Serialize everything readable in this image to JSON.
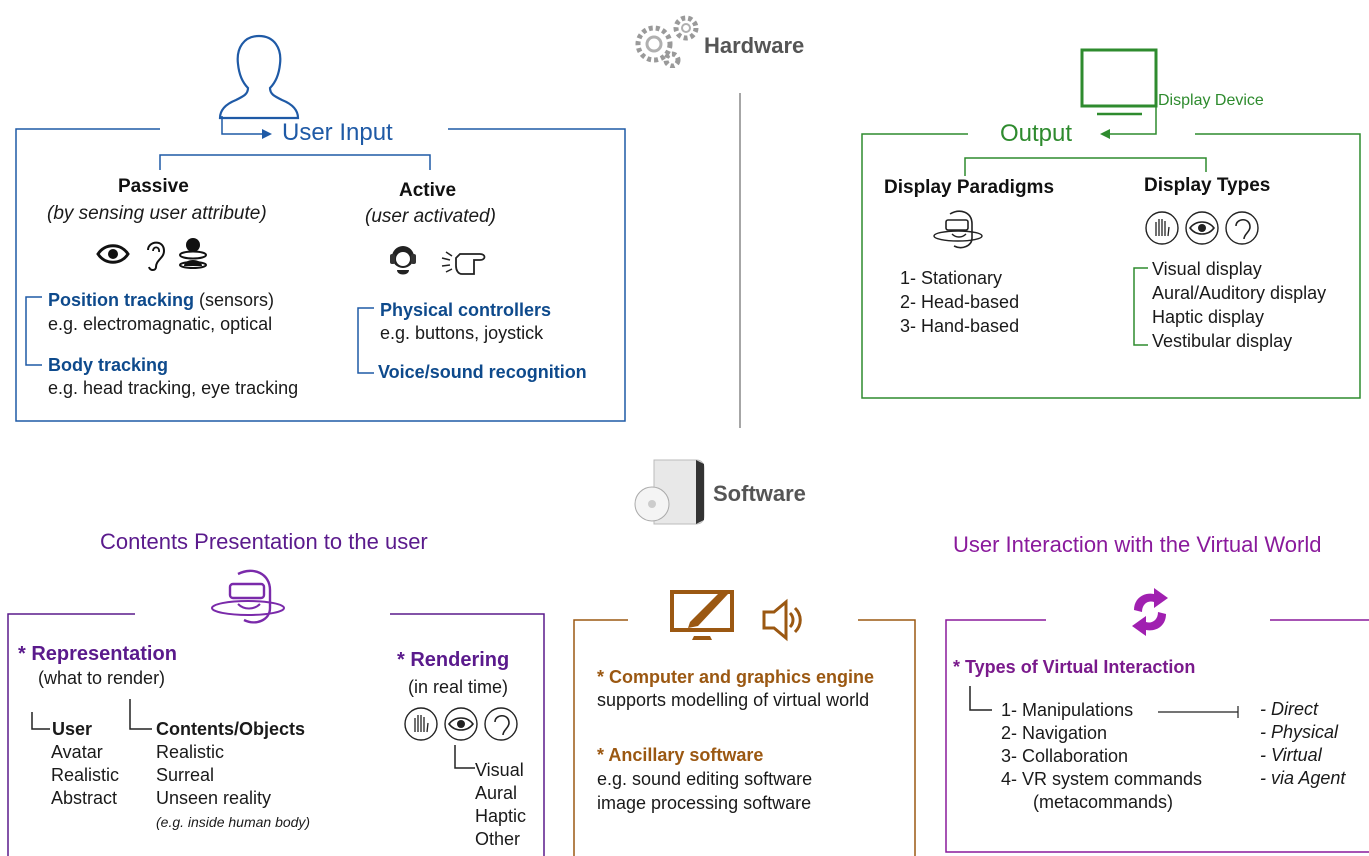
{
  "hardware": {
    "title": "Hardware"
  },
  "software": {
    "title": "Software"
  },
  "user_input": {
    "title": "User Input",
    "passive": {
      "title": "Passive",
      "subtitle": "(by sensing user attribute)",
      "position_label": "Position tracking",
      "position_suffix": " (sensors)",
      "position_example": "e.g. electromagnatic, optical",
      "body_label": "Body tracking",
      "body_example": "e.g. head tracking, eye tracking"
    },
    "active": {
      "title": "Active",
      "subtitle": "(user activated)",
      "controllers_label": "Physical controllers",
      "controllers_example": "e.g. buttons, joystick",
      "voice_label": "Voice/sound recognition"
    }
  },
  "output": {
    "title": "Output",
    "device_label": "Display Device",
    "paradigms": {
      "title": "Display Paradigms",
      "items": [
        "1- Stationary",
        "2- Head-based",
        "3- Hand-based"
      ]
    },
    "types": {
      "title": "Display Types",
      "items": [
        "Visual display",
        "Aural/Auditory display",
        "Haptic display",
        "Vestibular display"
      ]
    }
  },
  "contents": {
    "title": "Contents Presentation to the user",
    "representation": {
      "title": "* Representation",
      "subtitle": "(what to render)",
      "user_title": "User",
      "user_items": [
        "Avatar",
        "Realistic",
        "Abstract"
      ],
      "objects_title": "Contents/Objects",
      "objects_items": [
        "Realistic",
        "Surreal",
        "Unseen reality"
      ],
      "objects_note": "(e.g. inside human body)"
    },
    "rendering": {
      "title": "* Rendering",
      "subtitle": "(in real time)",
      "items": [
        "Visual",
        "Aural",
        "Haptic",
        "Other"
      ]
    }
  },
  "engine": {
    "computer_title": "* Computer and graphics engine",
    "computer_desc": "supports modelling of virtual world",
    "ancillary_title": "* Ancillary software",
    "ancillary_line1": "e.g. sound editing software",
    "ancillary_line2": "image processing software"
  },
  "interaction": {
    "title": "User Interaction with the Virtual World",
    "types_title": "* Types of Virtual Interaction",
    "items": [
      "1- Manipulations",
      "2- Navigation",
      "3- Collaboration",
      "4- VR system commands"
    ],
    "items_note": "(metacommands)",
    "modes": [
      "- Direct",
      "- Physical",
      "- Virtual",
      "- via Agent"
    ]
  },
  "colors": {
    "blue": "#1f5aa6",
    "green": "#2e8b2e",
    "purple": "#5a1a8c",
    "brown": "#9b5812",
    "magenta": "#8a1a9c",
    "gray": "#777777"
  }
}
